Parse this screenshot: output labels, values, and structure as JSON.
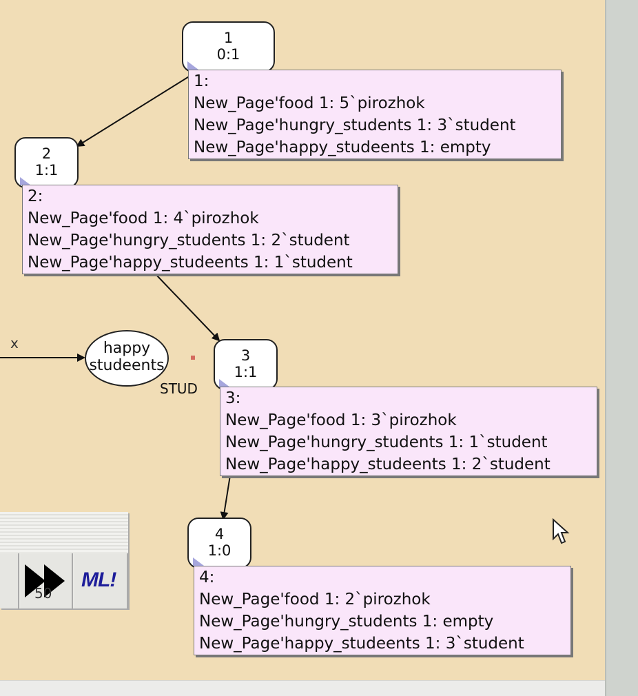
{
  "nodes": [
    {
      "id": "1",
      "marking": "0:1",
      "info": [
        "1:",
        "New_Page'food 1: 5`pirozhok",
        "New_Page'hungry_students 1: 3`student",
        "New_Page'happy_studeents 1: empty"
      ]
    },
    {
      "id": "2",
      "marking": "1:1",
      "info": [
        "2:",
        "New_Page'food 1: 4`pirozhok",
        "New_Page'hungry_students 1: 2`student",
        "New_Page'happy_studeents 1: 1`student"
      ]
    },
    {
      "id": "3",
      "marking": "1:1",
      "info": [
        "3:",
        "New_Page'food 1: 3`pirozhok",
        "New_Page'hungry_students 1: 1`student",
        "New_Page'happy_studeents 1: 2`student"
      ]
    },
    {
      "id": "4",
      "marking": "1:0",
      "info": [
        "4:",
        "New_Page'food 1: 2`pirozhok",
        "New_Page'hungry_students 1: empty",
        "New_Page'happy_studeents 1: 3`student"
      ]
    }
  ],
  "place": {
    "label_line1": "happy",
    "label_line2": "studeents",
    "colorset": "STUD"
  },
  "arc_label": "x",
  "toolbar": {
    "ff_count": "50",
    "ml_label": "ML!"
  },
  "colors": {
    "canvas": "#f1ddb6",
    "info_bg": "#fae6fa",
    "node_bg": "#ffffff",
    "marker": "#a6a6dd"
  },
  "icons": [
    "fast-forward-icon",
    "ml-evaluate-icon",
    "mouse-pointer-icon"
  ]
}
